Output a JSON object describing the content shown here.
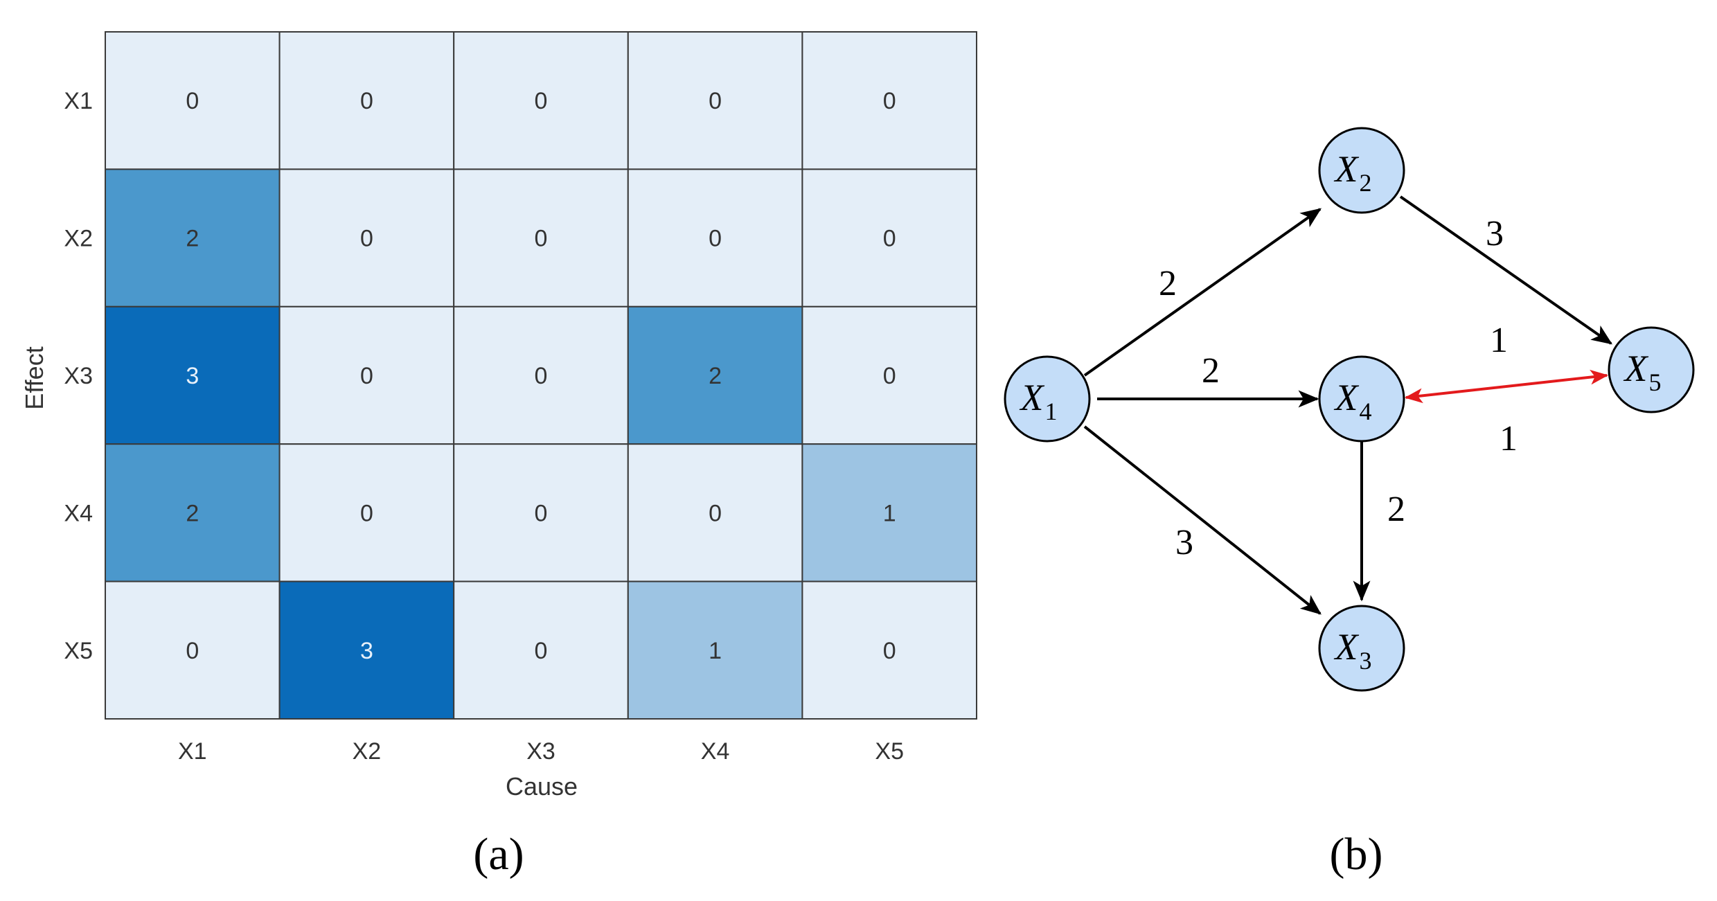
{
  "colors": {
    "level_0": "#e4eef8",
    "level_1": "#9dc4e3",
    "level_2": "#4b98cc",
    "level_3": "#0a6bb9",
    "cell_border": "#3a3a3a",
    "text_dark": "#333333",
    "text_light": "#e8f1fa",
    "node_fill": "#c4ddf8",
    "node_stroke": "#000000",
    "edge_black": "#000000",
    "edge_red": "#e31a1c"
  },
  "panel_a": {
    "label": "(a)",
    "chart_data": {
      "type": "heatmap",
      "title": "",
      "xlabel": "Cause",
      "ylabel": "Effect",
      "x_categories": [
        "X1",
        "X2",
        "X3",
        "X4",
        "X5"
      ],
      "y_categories": [
        "X1",
        "X2",
        "X3",
        "X4",
        "X5"
      ],
      "values": [
        [
          0,
          0,
          0,
          0,
          0
        ],
        [
          2,
          0,
          0,
          0,
          0
        ],
        [
          3,
          0,
          0,
          2,
          0
        ],
        [
          2,
          0,
          0,
          0,
          1
        ],
        [
          0,
          3,
          0,
          1,
          0
        ]
      ],
      "value_range": [
        0,
        3
      ],
      "colorbar": false
    }
  },
  "panel_b": {
    "label": "(b)",
    "nodes": [
      {
        "id": "X1",
        "letter": "X",
        "sub": "1"
      },
      {
        "id": "X2",
        "letter": "X",
        "sub": "2"
      },
      {
        "id": "X3",
        "letter": "X",
        "sub": "3"
      },
      {
        "id": "X4",
        "letter": "X",
        "sub": "4"
      },
      {
        "id": "X5",
        "letter": "X",
        "sub": "5"
      }
    ],
    "edges": [
      {
        "from": "X1",
        "to": "X2",
        "weight": "2",
        "color": "black",
        "bidirectional": false
      },
      {
        "from": "X1",
        "to": "X4",
        "weight": "2",
        "color": "black",
        "bidirectional": false
      },
      {
        "from": "X1",
        "to": "X3",
        "weight": "3",
        "color": "black",
        "bidirectional": false
      },
      {
        "from": "X2",
        "to": "X5",
        "weight": "3",
        "color": "black",
        "bidirectional": false
      },
      {
        "from": "X4",
        "to": "X3",
        "weight": "2",
        "color": "black",
        "bidirectional": false
      },
      {
        "from": "X4",
        "to": "X5",
        "weight": "1",
        "weight_back": "1",
        "color": "red",
        "bidirectional": true
      }
    ]
  }
}
